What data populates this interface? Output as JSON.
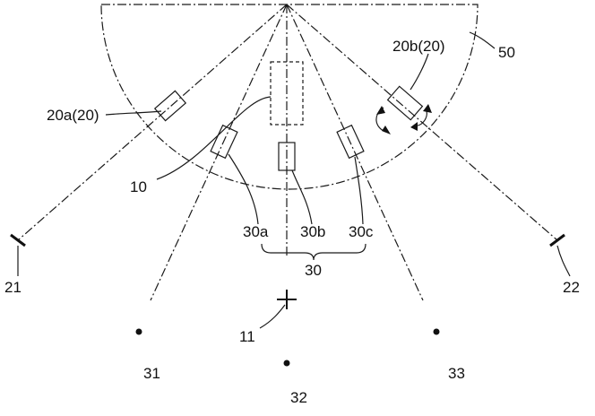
{
  "labels": {
    "sensor_a": "20a(20)",
    "sensor_b": "20b(20)",
    "boundary": "50",
    "device": "10",
    "cam_a": "30a",
    "cam_b": "30b",
    "cam_c": "30c",
    "cam_group": "30",
    "target_left": "21",
    "target_right": "22",
    "center_mark": "11",
    "point_left": "31",
    "point_center": "32",
    "point_right": "33"
  }
}
